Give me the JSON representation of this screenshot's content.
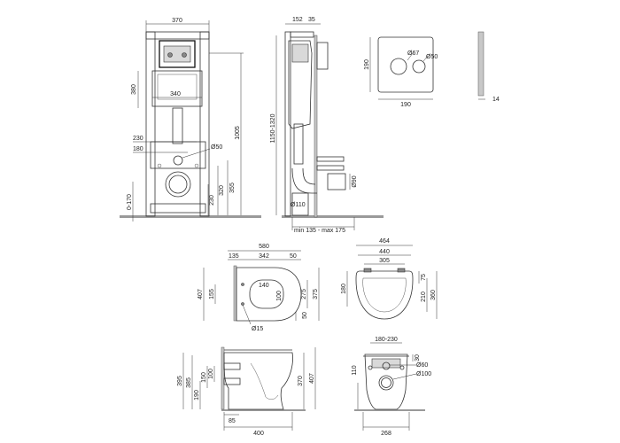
{
  "front_frame": {
    "width": "370",
    "panel_offset": "380",
    "panel_width": "340",
    "bolt_spacing": "230",
    "pipe_spacing": "180",
    "pipe_diameter": "Ø50",
    "height_total": "1005",
    "height_355": "355",
    "height_320": "320",
    "height_230": "230",
    "leg_range": "0-170"
  },
  "side_frame": {
    "depth_152": "152",
    "depth_35": "35",
    "height_range": "1150-1320",
    "outlet_diameter": "Ø90",
    "drain_diameter": "Ø110",
    "wall_range": "min 135 - max 175"
  },
  "flush_plate": {
    "height": "190",
    "width": "190",
    "thickness": "14",
    "button_left": "Ø67",
    "button_right": "Ø50"
  },
  "bowl_top": {
    "length_total": "580",
    "length_135": "135",
    "length_342": "342",
    "length_50_top": "50",
    "seat_140": "140",
    "seat_100": "100",
    "height_407": "407",
    "height_155": "155",
    "height_275": "275",
    "height_375": "375",
    "bottom_50": "50",
    "hole_diameter": "Ø15"
  },
  "seat_top": {
    "width_total": "464",
    "width_440": "440",
    "hinge_305": "305",
    "height_180": "180",
    "height_75": "75",
    "height_210": "210",
    "height_360": "360"
  },
  "bowl_side": {
    "height_395": "395",
    "height_385": "385",
    "height_190": "190",
    "height_150": "150",
    "height_100": "100",
    "height_370": "370",
    "height_407": "407",
    "length_85": "85",
    "length_400": "400"
  },
  "bowl_back": {
    "hole_spacing": "180-230",
    "height_30": "30",
    "height_110": "110",
    "outlet_small": "Ø60",
    "outlet_large": "Ø100",
    "width": "268"
  }
}
